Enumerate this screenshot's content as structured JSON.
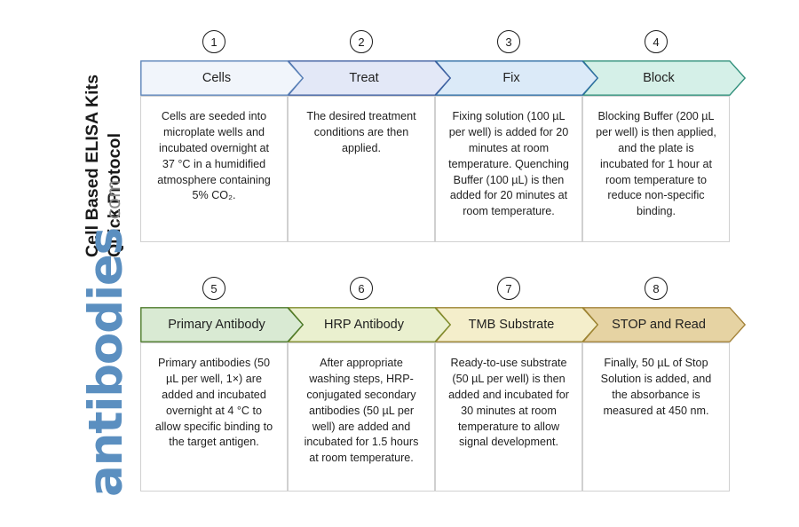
{
  "title": {
    "line1": "Cell Based ELISA Kits",
    "line2": "Quick Protocol"
  },
  "brand": {
    "name": "antibodies",
    "tld": ".com",
    "color": "#5b8fc0",
    "tld_color": "#8a8a8a"
  },
  "rows": [
    {
      "id": "row-1",
      "steps": [
        {
          "number": "1",
          "label": "Cells",
          "fill": "#f1f5fb",
          "stroke": "#5b83b8",
          "body": "Cells are seeded into microplate wells and incubated overnight at 37 °C in a humidified atmosphere containing 5% CO₂."
        },
        {
          "number": "2",
          "label": "Treat",
          "fill": "#e3e8f7",
          "stroke": "#3f5fa0",
          "body": "The desired treatment conditions are then applied."
        },
        {
          "number": "3",
          "label": "Fix",
          "fill": "#dbeaf8",
          "stroke": "#2e6da4",
          "body": "Fixing solution (100 µL per well) is added for 20 minutes at room temperature. Quenching Buffer (100 µL) is then added for 20 minutes at room temperature."
        },
        {
          "number": "4",
          "label": "Block",
          "fill": "#d5f0e8",
          "stroke": "#2f8f7a",
          "body": "Blocking Buffer (200 µL per well) is then applied, and the plate is incubated for 1 hour at room temperature to reduce non-specific binding."
        }
      ]
    },
    {
      "id": "row-2",
      "steps": [
        {
          "number": "5",
          "label": "Primary Antibody",
          "fill": "#d9ead3",
          "stroke": "#4c7a2a",
          "body": "Primary antibodies (50 µL per well, 1×) are added and incubated overnight at 4 °C to allow specific binding to the target antigen."
        },
        {
          "number": "6",
          "label": "HRP Antibody",
          "fill": "#eaf0cf",
          "stroke": "#7e8c2c",
          "body": "After appropriate washing steps, HRP-conjugated secondary antibodies (50 µL per well) are added and incubated for 1.5 hours at room temperature."
        },
        {
          "number": "7",
          "label": "TMB Substrate",
          "fill": "#f4eecb",
          "stroke": "#9c8431",
          "body": "Ready-to-use substrate (50 µL per well) is then added and incubated for 30 minutes at room temperature to allow signal development."
        },
        {
          "number": "8",
          "label": "STOP and Read",
          "fill": "#e6d3a3",
          "stroke": "#a4833a",
          "body": "Finally, 50 µL of Stop Solution is added, and the absorbance is measured at 450 nm."
        }
      ]
    }
  ]
}
